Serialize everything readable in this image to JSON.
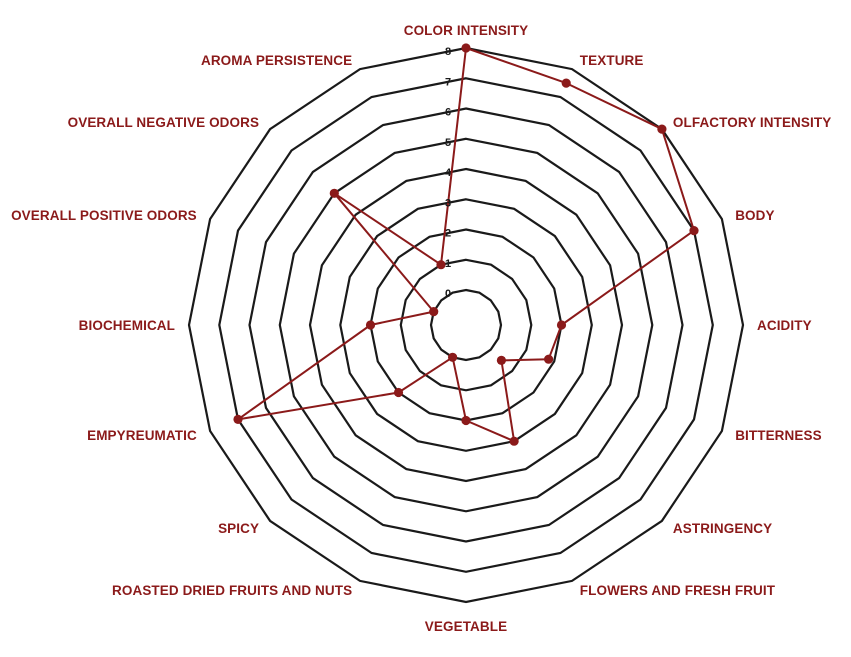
{
  "chart_data": {
    "type": "radar",
    "categories": [
      "COLOR INTENSITY",
      "TEXTURE",
      "OLFACTORY INTENSITY",
      "BODY",
      "ACIDITY",
      "BITTERNESS",
      "ASTRINGENCY",
      "FLOWERS AND FRESH FRUIT",
      "VEGETABLE",
      "ROASTED DRIED FRUITS AND NUTS",
      "SPICY",
      "EMPYREUMATIC",
      "BIOCHEMICAL",
      "OVERALL POSITIVE ODORS",
      "OVERALL NEGATIVE ODORS",
      "AROMA PERSISTENCE"
    ],
    "series": [
      {
        "values": [
          8,
          7.5,
          8,
          7,
          2,
          1.8,
          0.5,
          3,
          2,
          0,
          2,
          7,
          2,
          0,
          5,
          1
        ]
      }
    ],
    "ticks": [
      "0",
      "1",
      "2",
      "3",
      "4",
      "5",
      "6",
      "7",
      "8"
    ],
    "rlim": [
      0,
      8
    ],
    "grid": true,
    "colors": {
      "series": "#8b1a1a",
      "label": "#8b1a1a",
      "grid": "#1a1a1a",
      "tick": "#1a1a1a"
    }
  }
}
